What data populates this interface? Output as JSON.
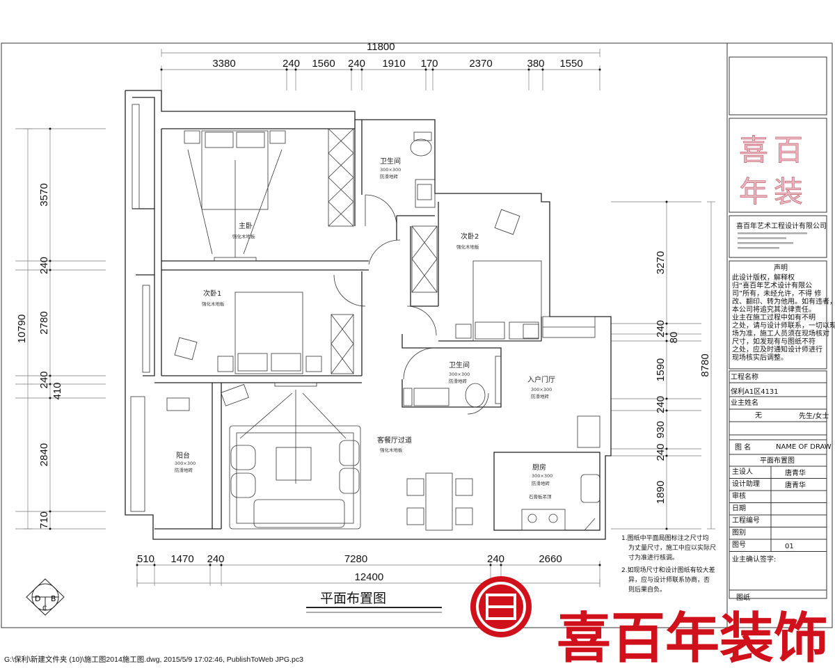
{
  "drawing": {
    "title": "平面布置图",
    "compass": [
      "D",
      "C",
      "B"
    ],
    "file_path": "G:\\保利\\新建文件夹 (10)\\施工图2014施工图.dwg, 2015/5/9 17:02:46, PublishToWeb JPG.pc3"
  },
  "dims": {
    "top_total": "11800",
    "top": [
      "3380",
      "240",
      "1560",
      "240",
      "1910",
      "170",
      "2370",
      "380",
      "1550"
    ],
    "bottom_total": "12400",
    "bottom": [
      "510",
      "1470",
      "240",
      "7280",
      "240",
      "2660"
    ],
    "left_total": "10790",
    "left": [
      "3570",
      "240",
      "2780",
      "240",
      "410",
      "2840",
      "710"
    ],
    "right_total": "8780",
    "right": [
      "3270",
      "240",
      "80",
      "1590",
      "240",
      "930",
      "240",
      "1890"
    ]
  },
  "rooms": [
    {
      "name": "主卧",
      "floor": "强化木地板"
    },
    {
      "name": "卫生间",
      "size": "300×300",
      "floor": "防滑地砖"
    },
    {
      "name": "次卧2",
      "floor": "强化木地板"
    },
    {
      "name": "次卧1",
      "floor": "强化木地板"
    },
    {
      "name": "卫生间",
      "size": "300×300",
      "floor": "防滑地砖"
    },
    {
      "name": "入户门厅",
      "size": "300×300",
      "floor": "防滑地砖"
    },
    {
      "name": "客餐厅过道",
      "floor": "强化木地板"
    },
    {
      "name": "阳台",
      "size": "300×300",
      "floor": "防滑地砖"
    },
    {
      "name": "厨房",
      "size": "300×300",
      "floor": "防滑地砖",
      "ceiling": "石膏板吊顶"
    }
  ],
  "notes": [
    "1.图纸中平面局图标注之尺寸均",
    "为丈量尺寸，施工中应以实际尺",
    "寸为准进行核调。",
    "2.如现场尺寸和设计图纸有较大差",
    "异，应与设计师联系协商，否",
    "则后果自负。"
  ],
  "title_block": {
    "logo_text": "喜百年",
    "company": "喜百年艺术工程设计有限公司",
    "copyright_title": "声明",
    "copyright": [
      "此设计版权，解释权",
      "归“喜百年艺术设计有限公",
      "司”所有，未经允许，不得 修",
      "改、翻印、转为他用。如有违者，",
      "本公司将追究其法律责任。",
      "    业主在施工过程中如有不明",
      "之处，请与设计师联系，一切以现",
      "场为准，施工人员须在现场核对",
      "尺寸，如发现有与图纸不符",
      "之处，应及时通知设计师进行",
      "现场核实后调整。"
    ],
    "project_label": "工程名称",
    "project_value": "保利A1区4131",
    "owner_label": "业主姓名",
    "owner_value": "无",
    "owner_extra": "先生/女士",
    "drawing_name_label": "图 名",
    "drawing_name_en": "NAME OF DRAW",
    "drawing_name_value": "平面布置图",
    "rows": [
      {
        "label": "主设人",
        "value": "唐青华"
      },
      {
        "label": "设计助理",
        "value": "唐青华"
      },
      {
        "label": "审核",
        "value": ""
      },
      {
        "label": "日期",
        "value": ""
      },
      {
        "label": "工程编号",
        "value": ""
      },
      {
        "label": "图别",
        "value": ""
      },
      {
        "label": "图号",
        "value": "01"
      }
    ],
    "confirm_label": "业主确认签字:",
    "sheet_label": "图纸"
  },
  "brand": {
    "text": "喜百年装饰",
    "color": "#d0101a"
  }
}
